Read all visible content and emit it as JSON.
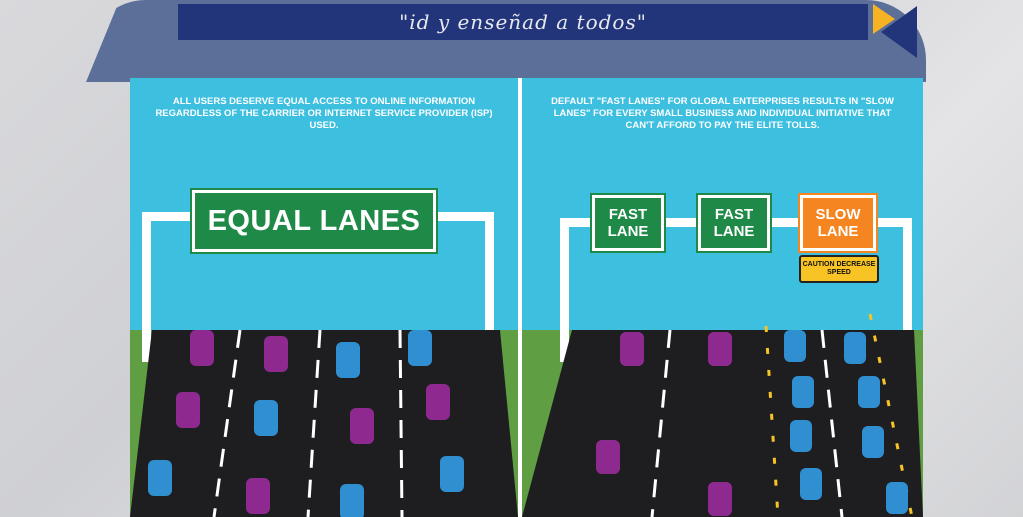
{
  "banner": {
    "text": "\"id y enseñad a todos\""
  },
  "left_panel": {
    "caption": "ALL USERS DESERVE EQUAL ACCESS TO ONLINE INFORMATION REGARDLESS OF THE CARRIER OR INTERNET SERVICE PROVIDER (ISP) USED.",
    "sign": "EQUAL LANES"
  },
  "right_panel": {
    "caption": "DEFAULT \"FAST LANES\" FOR GLOBAL ENTERPRISES RESULTS IN \"SLOW LANES\" FOR EVERY SMALL BUSINESS AND INDIVIDUAL INITIATIVE THAT CAN'T AFFORD TO PAY THE ELITE TOLLS.",
    "sign_fast_1": "FAST LANE",
    "sign_fast_2": "FAST LANE",
    "sign_slow": "SLOW LANE",
    "caution": "CAUTION DECREASE SPEED"
  },
  "colors": {
    "sky": "#3dbfe0",
    "grass": "#5f9e43",
    "road": "#1e1e20",
    "sign_green": "#1f8a47",
    "sign_orange": "#f58520",
    "car_purple": "#8e2a8f",
    "car_blue": "#2f8fd0",
    "banner": "#23357a",
    "arrow_yellow": "#f5b324"
  }
}
